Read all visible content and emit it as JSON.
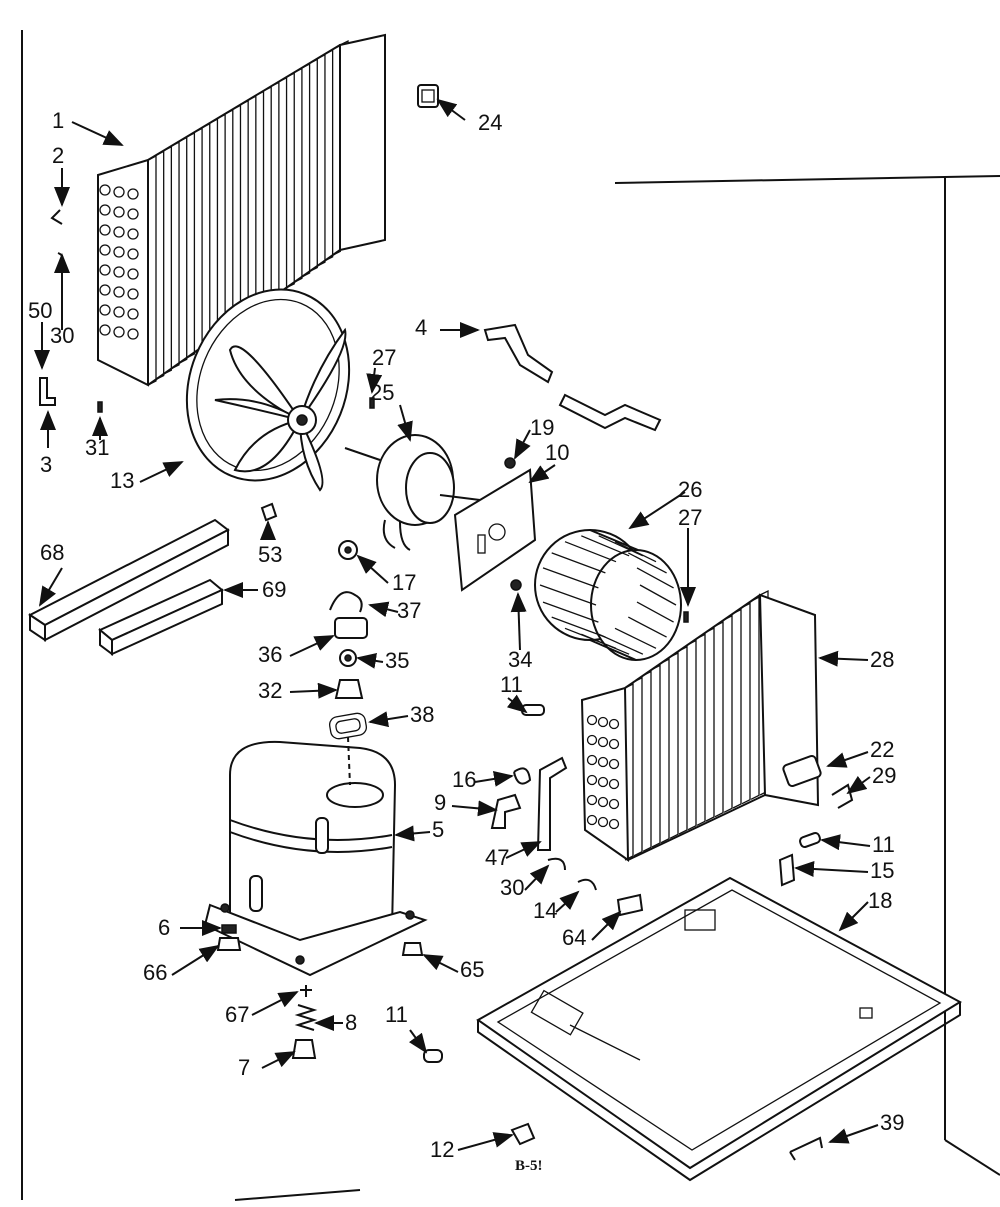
{
  "labels": {
    "p1": "1",
    "p2": "2",
    "p3": "3",
    "p4": "4",
    "p5": "5",
    "p6": "6",
    "p7": "7",
    "p8": "8",
    "p9": "9",
    "p10": "10",
    "p11a": "11",
    "p11b": "11",
    "p11c": "11",
    "p12": "12",
    "p13": "13",
    "p14": "14",
    "p15": "15",
    "p16": "16",
    "p17": "17",
    "p18": "18",
    "p19": "19",
    "p22": "22",
    "p24": "24",
    "p25": "25",
    "p26": "26",
    "p27a": "27",
    "p27b": "27",
    "p28": "28",
    "p29": "29",
    "p30a": "30",
    "p30b": "30",
    "p31": "31",
    "p32": "32",
    "p34": "34",
    "p35": "35",
    "p36": "36",
    "p37": "37",
    "p38": "38",
    "p39": "39",
    "p47": "47",
    "p50": "50",
    "p53": "53",
    "p64": "64",
    "p65": "65",
    "p66": "66",
    "p67": "67",
    "p68": "68",
    "p69": "69"
  },
  "code": "B-5!"
}
